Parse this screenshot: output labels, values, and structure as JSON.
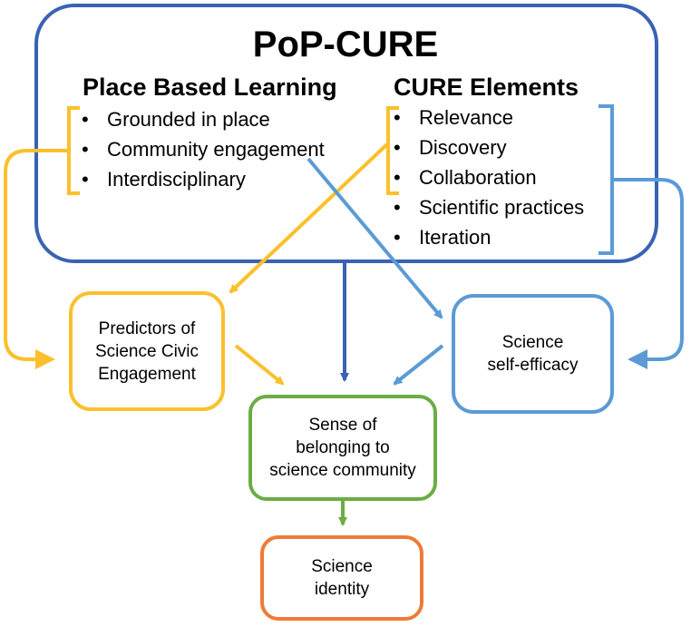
{
  "title": "PoP-CURE",
  "place_based": {
    "heading": "Place Based Learning",
    "items": [
      "Grounded in place",
      "Community engagement",
      "Interdisciplinary"
    ]
  },
  "cure": {
    "heading": "CURE Elements",
    "items": [
      "Relevance",
      "Discovery",
      "Collaboration",
      "Scientific practices",
      "Iteration"
    ]
  },
  "nodes": {
    "civic": [
      "Predictors of",
      "Science Civic",
      "Engagement"
    ],
    "efficacy": [
      "Science",
      "self-efficacy"
    ],
    "belonging": [
      "Sense of",
      "belonging to",
      "science community"
    ],
    "identity": [
      "Science",
      "identity"
    ]
  },
  "colors": {
    "blue_dark": "#3a62b4",
    "blue_light": "#5b9bd5",
    "yellow": "#fcc02c",
    "green": "#6aad45",
    "orange": "#ee7b37"
  }
}
